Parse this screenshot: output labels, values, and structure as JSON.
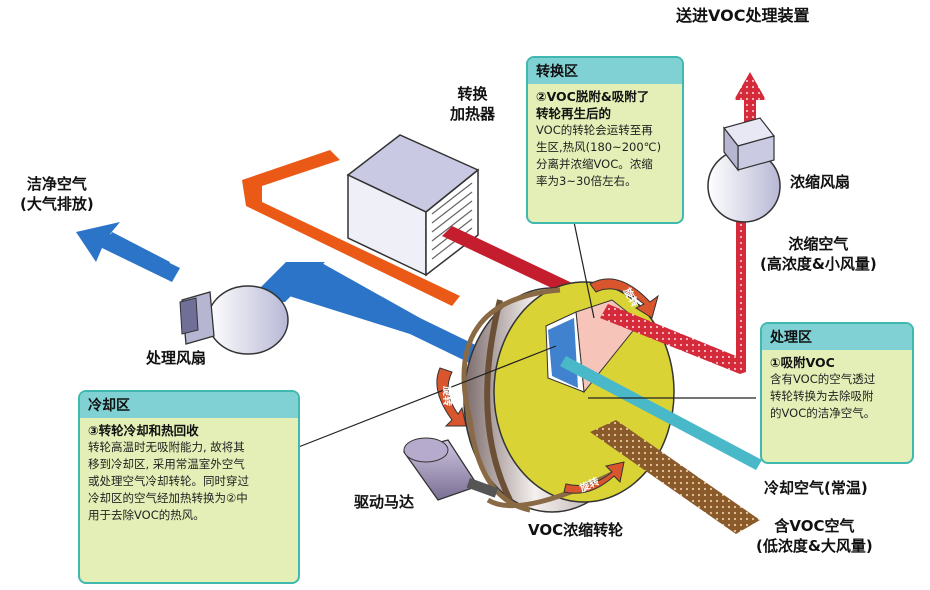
{
  "colors": {
    "accent_teal": "#3fb8b0",
    "box_header": "#7fd1d4",
    "box_fill": "#e3efb7",
    "rotor_face": "#d9d335",
    "clean_air": "#2b74c8",
    "hot_air": "#ea5a16",
    "concentrated_air": "#d42a3a",
    "cooling_air": "#49b9c9",
    "voc_air": "#8a5a2a"
  },
  "labels": {
    "to_voc_device": "送进VOC处理装置",
    "conversion_heater": [
      "转换",
      "加热器"
    ],
    "clean_air": [
      "洁净空气",
      "(大气排放)"
    ],
    "concentrated_fan": "浓缩风扇",
    "concentrated_air": [
      "浓缩空气",
      "(高浓度&小风量)"
    ],
    "process_fan": "处理风扇",
    "drive_motor": "驱动马达",
    "rotor": "VOC浓缩转轮",
    "cooling_air": "冷却空气(常温)",
    "voc_air": [
      "含VOC空气",
      "(低浓度&大风量)"
    ],
    "rotate": "旋转"
  },
  "boxes": {
    "conversion": {
      "title": "转换区",
      "subtitle": [
        "②VOC脱附&吸附了",
        "转轮再生后的"
      ],
      "body": [
        "VOC的转轮会运转至再",
        "生区,热风(180~200℃)",
        "分离并浓缩VOC。浓缩",
        "率为3~30倍左右。"
      ]
    },
    "processing": {
      "title": "处理区",
      "subtitle": [
        "①吸附VOC"
      ],
      "body": [
        "含有VOC的空气透过",
        "转轮转换为去除吸附",
        "的VOC的洁净空气。"
      ]
    },
    "cooling": {
      "title": "冷却区",
      "subtitle": [
        "③转轮冷却和热回收"
      ],
      "body": [
        "转轮高温时无吸附能力, 故将其",
        "移到冷却区, 采用常温室外空气",
        "或处理空气冷却转轮。同时穿过",
        "冷却区的空气经加热转换为②中",
        "用于去除VOC的热风。"
      ]
    }
  }
}
